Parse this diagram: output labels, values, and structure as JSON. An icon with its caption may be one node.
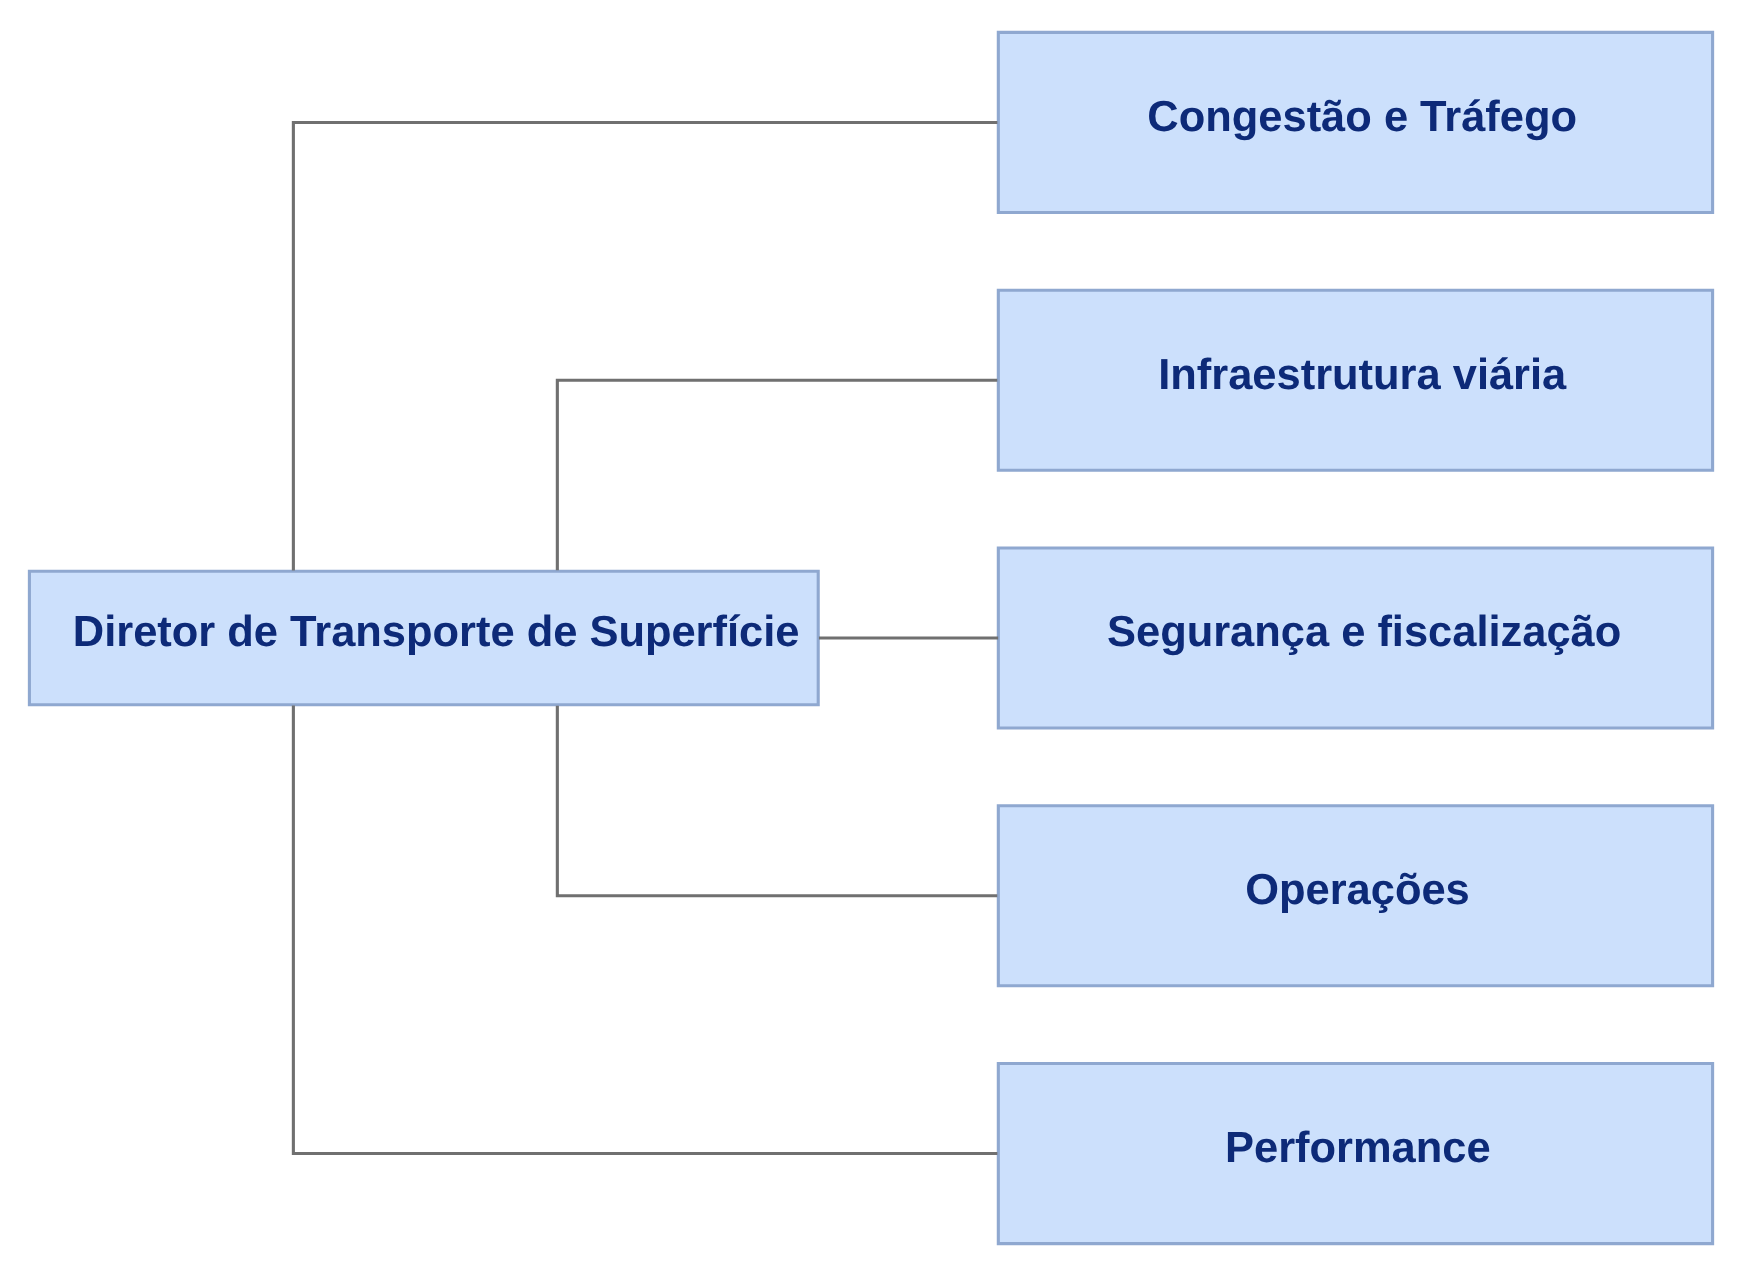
{
  "diagram": {
    "nodes": [
      {
        "text": [
          "Diretor de Transporte de Superfície"
        ]
      },
      {
        "text": [
          "Congestão e Tráfego"
        ]
      },
      {
        "text": [
          "Infraestrutura viária"
        ]
      },
      {
        "text": [
          "Segurança e fiscalização"
        ]
      },
      {
        "text": [
          "Operações"
        ]
      },
      {
        "text": [
          "Performance"
        ]
      }
    ],
    "edges": [
      {
        "from": 0,
        "to": 1,
        "arrow": "none"
      },
      {
        "from": 0,
        "to": 2,
        "arrow": "none"
      },
      {
        "from": 0,
        "to": 3,
        "arrow": "none"
      },
      {
        "from": 0,
        "to": 4,
        "arrow": "none"
      },
      {
        "from": 0,
        "to": 5,
        "arrow": "none"
      }
    ]
  }
}
